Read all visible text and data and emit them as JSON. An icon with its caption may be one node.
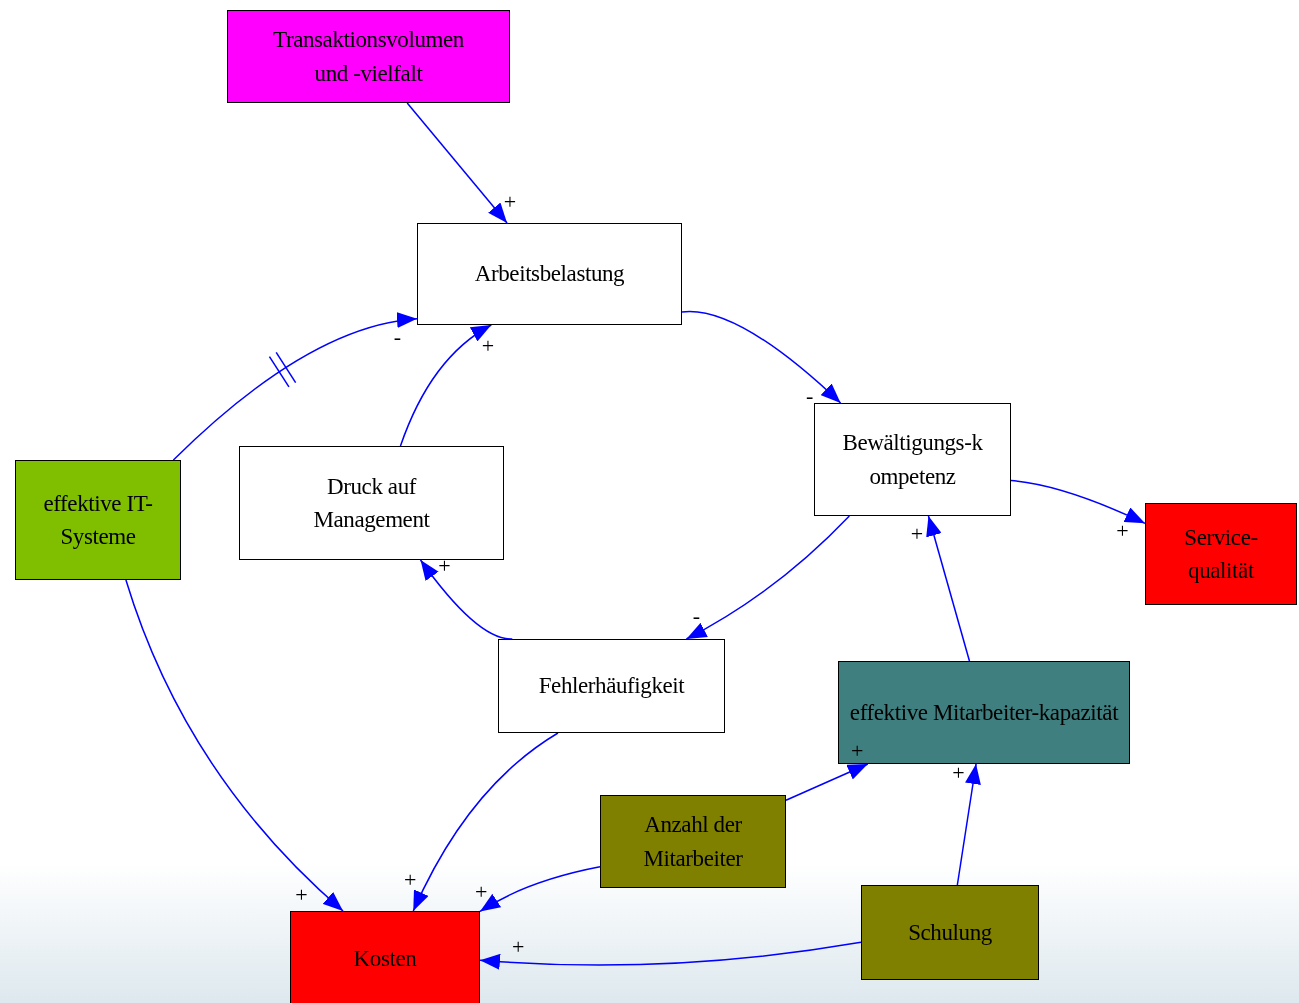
{
  "diagram": {
    "nodes": [
      {
        "text": [
          "Transaktionsvolumen und -vielfalt"
        ]
      },
      {
        "text": [
          "Arbeitsbelastung"
        ]
      },
      {
        "text": [
          "Bewältigungs-k ompetenz"
        ]
      },
      {
        "text": [
          "Service- qualität"
        ]
      },
      {
        "text": [
          "effektive IT-Systeme"
        ]
      },
      {
        "text": [
          "Druck auf Management"
        ]
      },
      {
        "text": [
          "Fehlerhäufigkeit"
        ]
      },
      {
        "text": [
          "effektive Mitarbeiter-kapazität"
        ]
      },
      {
        "text": [
          "Anzahl der Mitarbeiter"
        ]
      },
      {
        "text": [
          "Schulung"
        ]
      },
      {
        "text": [
          "Kosten"
        ]
      }
    ],
    "edges": [
      {
        "from": 0,
        "to": 1,
        "arrow": "to",
        "label": "+"
      },
      {
        "from": 4,
        "to": 1,
        "arrow": "to",
        "label": "-"
      },
      {
        "from": 5,
        "to": 1,
        "arrow": "to",
        "label": "+"
      },
      {
        "from": 1,
        "to": 2,
        "arrow": "to",
        "label": "-"
      },
      {
        "from": 2,
        "to": 3,
        "arrow": "to",
        "label": "+"
      },
      {
        "from": 2,
        "to": 6,
        "arrow": "to",
        "label": "-"
      },
      {
        "from": 7,
        "to": 2,
        "arrow": "to",
        "label": "+"
      },
      {
        "from": 6,
        "to": 5,
        "arrow": "to",
        "label": "+"
      },
      {
        "from": 6,
        "to": 10,
        "arrow": "to",
        "label": "+"
      },
      {
        "from": 4,
        "to": 10,
        "arrow": "to",
        "label": "+"
      },
      {
        "from": 8,
        "to": 10,
        "arrow": "to",
        "label": "+"
      },
      {
        "from": 8,
        "to": 7,
        "arrow": "to",
        "label": "+"
      },
      {
        "from": 9,
        "to": 7,
        "arrow": "to",
        "label": "+"
      },
      {
        "from": 9,
        "to": 10,
        "arrow": "to",
        "label": "+"
      }
    ]
  }
}
